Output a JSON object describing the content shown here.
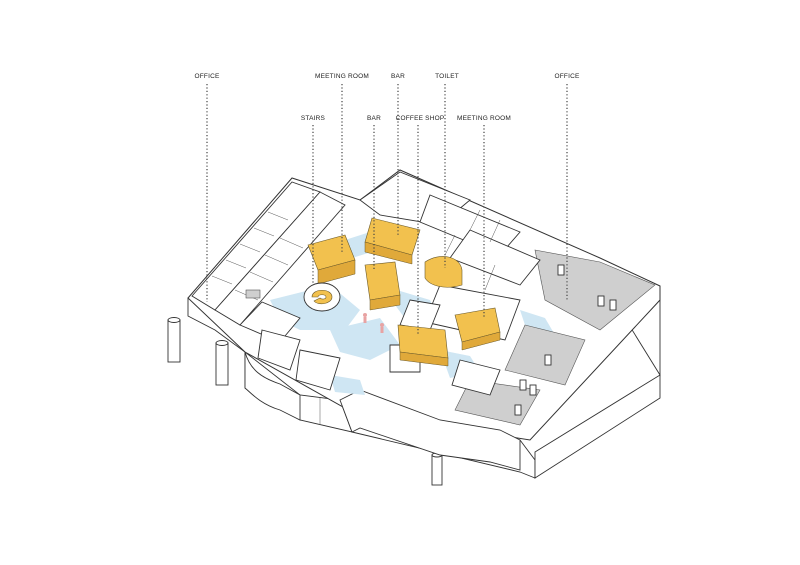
{
  "labels": [
    {
      "id": "office-left",
      "text": "OFFICE"
    },
    {
      "id": "meeting-room-top",
      "text": "MEETING ROOM"
    },
    {
      "id": "bar-top",
      "text": "BAR"
    },
    {
      "id": "toilet",
      "text": "TOILET"
    },
    {
      "id": "office-right",
      "text": "OFFICE"
    },
    {
      "id": "stairs",
      "text": "STAIRS"
    },
    {
      "id": "bar-mid",
      "text": "BAR"
    },
    {
      "id": "coffee-shop",
      "text": "COFFEE SHOP"
    },
    {
      "id": "meeting-room-mid",
      "text": "MEETING ROOM"
    }
  ],
  "colors": {
    "highlight": "#f2c14e",
    "circulation": "#cfe6f3",
    "office_floor": "#cfcfcf",
    "line": "#333333"
  }
}
